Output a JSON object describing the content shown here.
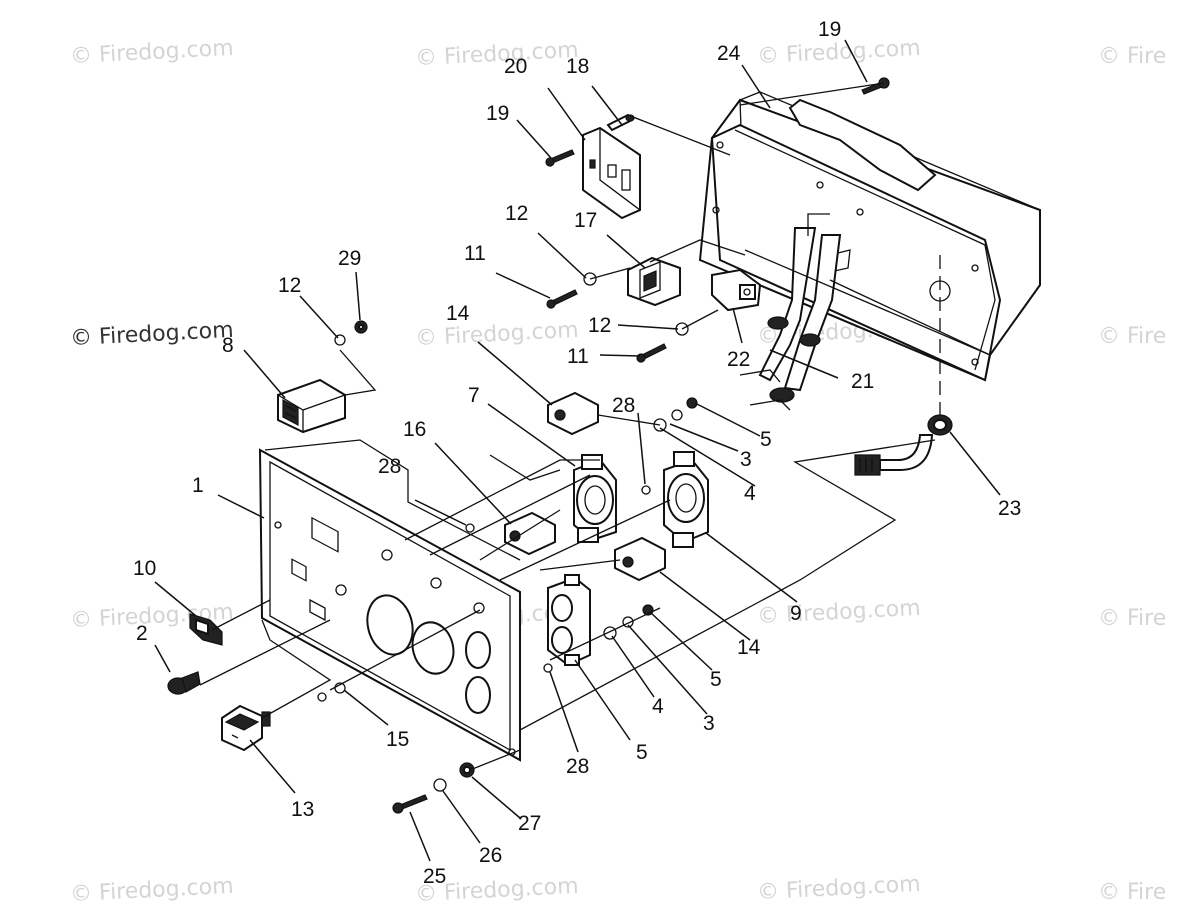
{
  "watermark": {
    "text": "© Firedog.com",
    "partial_text": "© Fire"
  },
  "callouts": {
    "c1": "1",
    "c2": "2",
    "c3a": "3",
    "c3b": "3",
    "c4a": "4",
    "c4b": "4",
    "c5a": "5",
    "c5b": "5",
    "c5c": "5",
    "c7": "7",
    "c8": "8",
    "c9": "9",
    "c10": "10",
    "c11a": "11",
    "c11b": "11",
    "c12a": "12",
    "c12b": "12",
    "c12c": "12",
    "c13": "13",
    "c14a": "14",
    "c14b": "14",
    "c15": "15",
    "c16": "16",
    "c17": "17",
    "c18": "18",
    "c19a": "19",
    "c19b": "19",
    "c20": "20",
    "c21": "21",
    "c22": "22",
    "c23": "23",
    "c24": "24",
    "c25": "25",
    "c26": "26",
    "c27": "27",
    "c28a": "28",
    "c28b": "28",
    "c28c": "28",
    "c29": "29"
  }
}
